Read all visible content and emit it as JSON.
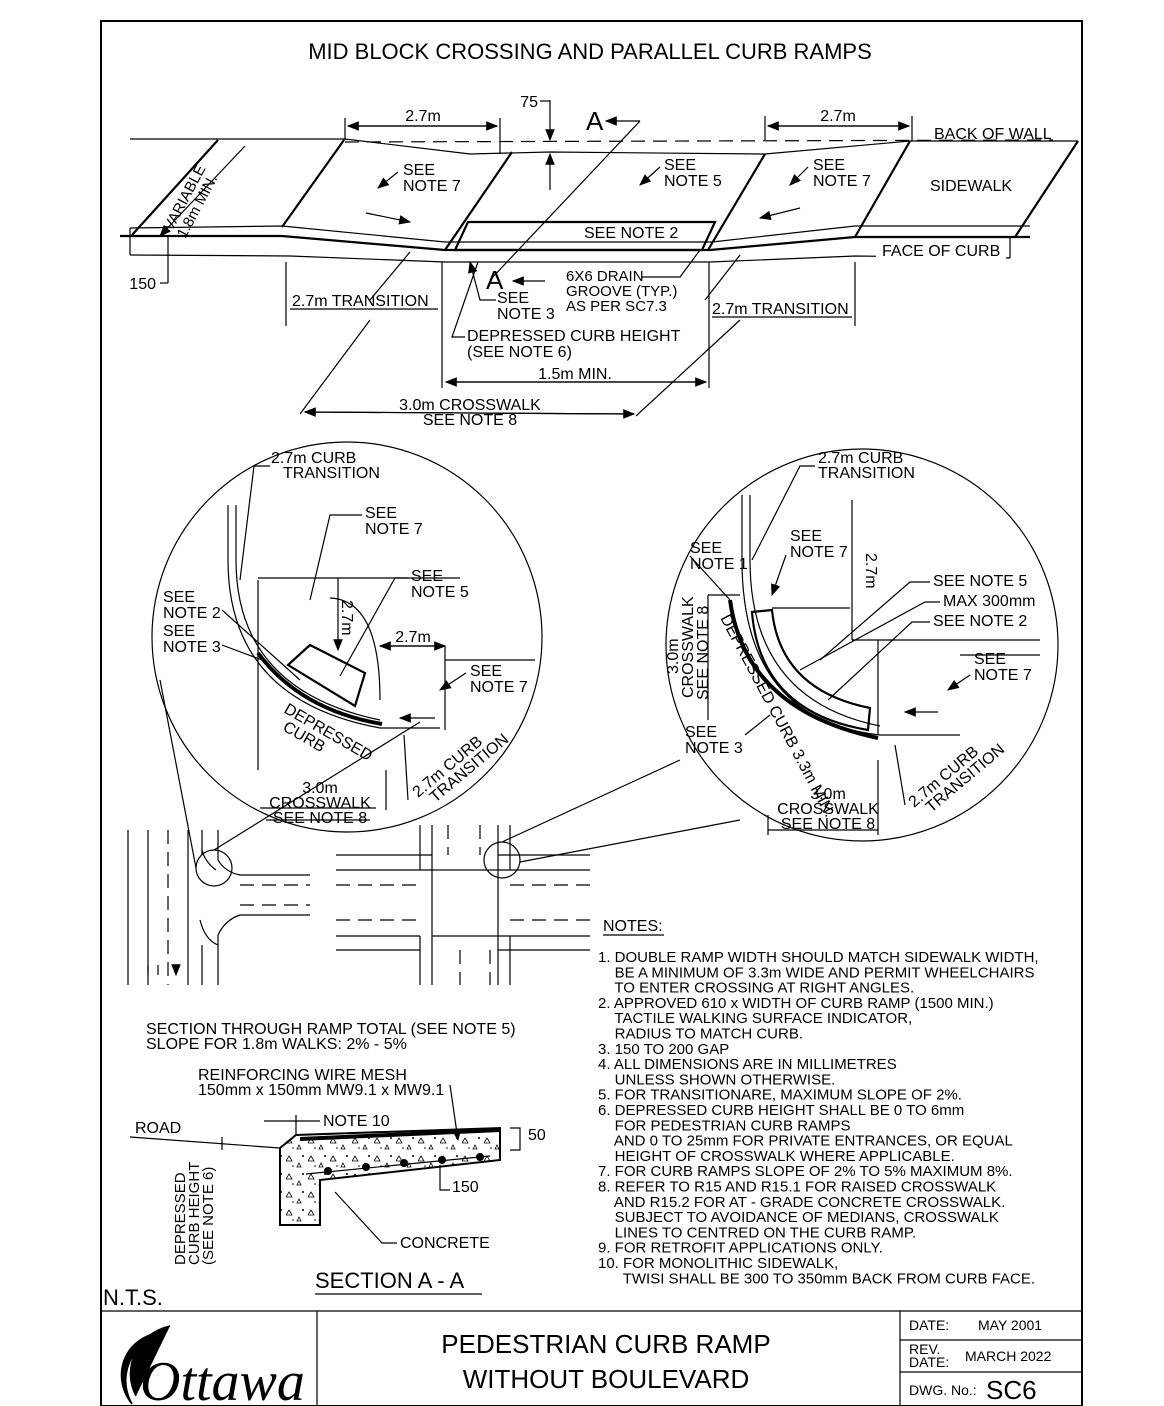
{
  "title": "MID BLOCK CROSSING AND PARALLEL CURB RAMPS",
  "plan": {
    "dim_left": "2.7m",
    "dim_right": "2.7m",
    "dim_75": "75",
    "section_a": "A",
    "back_of_wall": "BACK OF WALL",
    "sidewalk": "SIDEWALK",
    "face_of_curb": "FACE OF CURB",
    "variable_1": "VARIABLE",
    "variable_2": "1.8m MIN.",
    "see_note_7a_1": "SEE",
    "see_note_7a_2": "NOTE 7",
    "see_note_5_1": "SEE",
    "see_note_5_2": "NOTE 5",
    "see_note_7b_1": "SEE",
    "see_note_7b_2": "NOTE 7",
    "see_note_2": "SEE NOTE 2",
    "dim_150": "150",
    "transition_left": "2.7m TRANSITION",
    "transition_right": "2.7m TRANSITION",
    "drain_1": "6X6 DRAIN",
    "drain_2": "GROOVE (TYP.)",
    "drain_3": "AS PER SC7.3",
    "see_note_3_1": "SEE",
    "see_note_3_2": "NOTE 3",
    "depressed_1": "DEPRESSED CURB HEIGHT",
    "depressed_2": "(SEE NOTE 6)",
    "min_width": "1.5m MIN.",
    "crosswalk_1": "3.0m CROSSWALK",
    "crosswalk_2": "SEE NOTE 8"
  },
  "detail_left": {
    "curb_trans_1": "2.7m CURB",
    "curb_trans_2": "TRANSITION",
    "see_note_7_1": "SEE",
    "see_note_7_2": "NOTE 7",
    "see_note_5_1": "SEE",
    "see_note_5_2": "NOTE 5",
    "see_note_2_1": "SEE",
    "see_note_2_2": "NOTE 2",
    "see_note_3_1": "SEE",
    "see_note_3_2": "NOTE 3",
    "dim_27v": "2.7m",
    "dim_27h": "2.7m",
    "see_note_7b_1": "SEE",
    "see_note_7b_2": "NOTE 7",
    "depressed_1": "DEPRESSED",
    "depressed_2": "CURB",
    "curb_trans_b_1": "2.7m CURB",
    "curb_trans_b_2": "TRANSITION",
    "crosswalk_1": "3.0m",
    "crosswalk_2": "CROSSWALK",
    "crosswalk_3": "SEE NOTE 8"
  },
  "detail_right": {
    "curb_trans_1": "2.7m CURB",
    "curb_trans_2": "TRANSITION",
    "see_note_7_1": "SEE",
    "see_note_7_2": "NOTE 7",
    "see_note_1_1": "SEE",
    "see_note_1_2": "NOTE 1",
    "dim_27v": "2.7m",
    "see_note_5": "SEE NOTE 5",
    "max_300": "MAX 300mm",
    "see_note_2": "SEE NOTE 2",
    "crosswalk_v_1": "3.0m",
    "crosswalk_v_2": "CROSSWALK",
    "crosswalk_v_3": "SEE NOTE 8",
    "see_note_7b_1": "SEE",
    "see_note_7b_2": "NOTE 7",
    "depressed": "DEPRESSED CURB 3.3m MIN.",
    "see_note_3_1": "SEE",
    "see_note_3_2": "NOTE 3",
    "curb_trans_b_1": "2.7m CURB",
    "curb_trans_b_2": "TRANSITION",
    "crosswalk_1": "3.0m",
    "crosswalk_2": "CROSSWALK",
    "crosswalk_3": "SEE NOTE 8"
  },
  "section": {
    "slope_1": "SECTION THROUGH RAMP TOTAL (SEE NOTE 5)",
    "slope_2": "SLOPE FOR 1.8m WALKS: 2% - 5%",
    "mesh_1": "REINFORCING WIRE MESH",
    "mesh_2": "150mm x 150mm MW9.1 x MW9.1",
    "note_10": "NOTE 10",
    "road": "ROAD",
    "dim_50": "50",
    "dim_150": "150",
    "depressed_1": "DEPRESSED",
    "depressed_2": "CURB HEIGHT",
    "depressed_3": "(SEE NOTE 6)",
    "concrete": "CONCRETE",
    "title": "SECTION A - A",
    "nts": "N.T.S."
  },
  "notes": {
    "heading": "NOTES:",
    "lines": [
      "1. DOUBLE RAMP WIDTH SHOULD MATCH SIDEWALK WIDTH,",
      "    BE A MINIMUM OF 3.3m WIDE AND PERMIT WHEELCHAIRS",
      "    TO ENTER CROSSING AT RIGHT ANGLES.",
      "2. APPROVED 610 x WIDTH OF CURB RAMP (1500 MIN.)",
      "    TACTILE WALKING SURFACE INDICATOR,",
      "    RADIUS TO MATCH CURB.",
      "3. 150 TO 200 GAP",
      "4. ALL DIMENSIONS ARE IN MILLIMETRES",
      "    UNLESS SHOWN OTHERWISE.",
      "5. FOR TRANSITIONARE, MAXIMUM SLOPE OF 2%.",
      "6. DEPRESSED CURB HEIGHT SHALL BE 0 TO 6mm",
      "    FOR PEDESTRIAN CURB RAMPS",
      "    AND 0 TO 25mm FOR PRIVATE ENTRANCES, OR EQUAL",
      "    HEIGHT OF CROSSWALK WHERE APPLICABLE.",
      "7. FOR CURB RAMPS SLOPE OF 2% TO 5% MAXIMUM 8%.",
      "8. REFER TO R15 AND R15.1 FOR RAISED CROSSWALK",
      "    AND R15.2 FOR AT - GRADE CONCRETE CROSSWALK.",
      "    SUBJECT TO AVOIDANCE OF MEDIANS, CROSSWALK",
      "    LINES TO CENTRED ON THE CURB RAMP.",
      "9. FOR RETROFIT APPLICATIONS ONLY.",
      "10. FOR MONOLITHIC SIDEWALK,",
      "      TWISI SHALL BE 300 TO 350mm BACK FROM CURB FACE."
    ]
  },
  "title_block": {
    "logo": "Ottawa",
    "title_1": "PEDESTRIAN CURB RAMP",
    "title_2": "WITHOUT BOULEVARD",
    "date_label": "DATE:",
    "date_value": "MAY 2001",
    "rev_label_1": "REV.",
    "rev_label_2": "DATE:",
    "rev_value": "MARCH 2022",
    "dwg_label": "DWG. No.:",
    "dwg_value": "SC6"
  }
}
